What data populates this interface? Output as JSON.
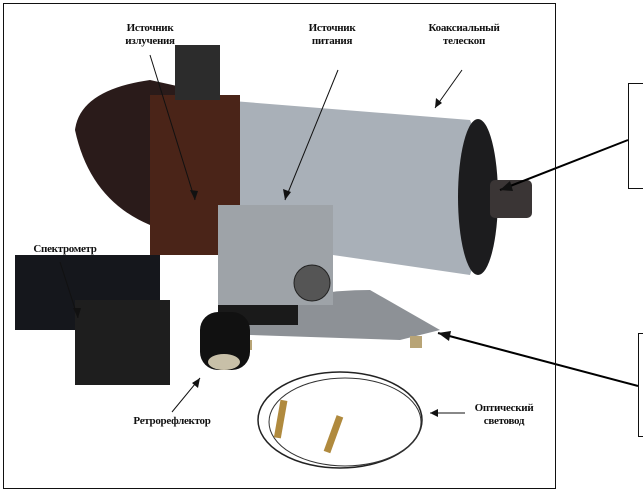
{
  "labels": {
    "radiation_source": [
      "Источник",
      "излучения"
    ],
    "power_source": [
      "Источник",
      "питания"
    ],
    "telescope": [
      "Коаксиальный",
      "телескоп"
    ],
    "spectrometer": "Спектрометр",
    "retroreflector": "Ретрорефлектор",
    "optical_fiber": [
      "Оптический",
      "световод"
    ]
  },
  "colors": {
    "telescope_body": "#a9b0b8",
    "source_housing": "#4a2418",
    "spectrometer": "#15171c"
  }
}
